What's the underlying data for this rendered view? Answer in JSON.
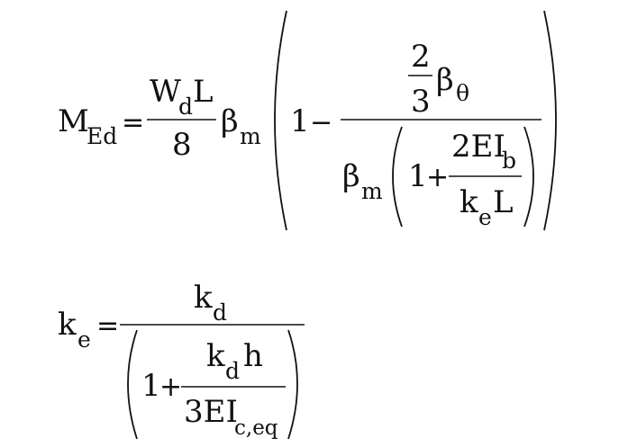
{
  "eq1": {
    "lhs_main": "M",
    "lhs_sub": "Ed",
    "equals": "=",
    "f1_num_main": "W",
    "f1_num_sub": "d",
    "f1_num_tail": "L",
    "f1_den": "8",
    "beta": "β",
    "beta_sub": "m",
    "one": "1",
    "minus": "−",
    "two": "2",
    "three": "3",
    "beta_theta_main": "β",
    "beta_theta_sub": "θ",
    "den_beta_main": "β",
    "den_beta_sub": "m",
    "inner_one": "1",
    "plus": "+",
    "inner_num_main": "2EI",
    "inner_num_sub": "b",
    "inner_den_main": "k",
    "inner_den_sub": "e",
    "inner_den_tail": "L"
  },
  "eq2": {
    "lhs_main": "k",
    "lhs_sub": "e",
    "equals": "=",
    "num_main": "k",
    "num_sub": "d",
    "inner_one": "1",
    "plus": "+",
    "inner_num_main": "k",
    "inner_num_sub": "d",
    "inner_num_tail": "h",
    "inner_den_main": "3EI",
    "inner_den_sub": "c,eq"
  }
}
